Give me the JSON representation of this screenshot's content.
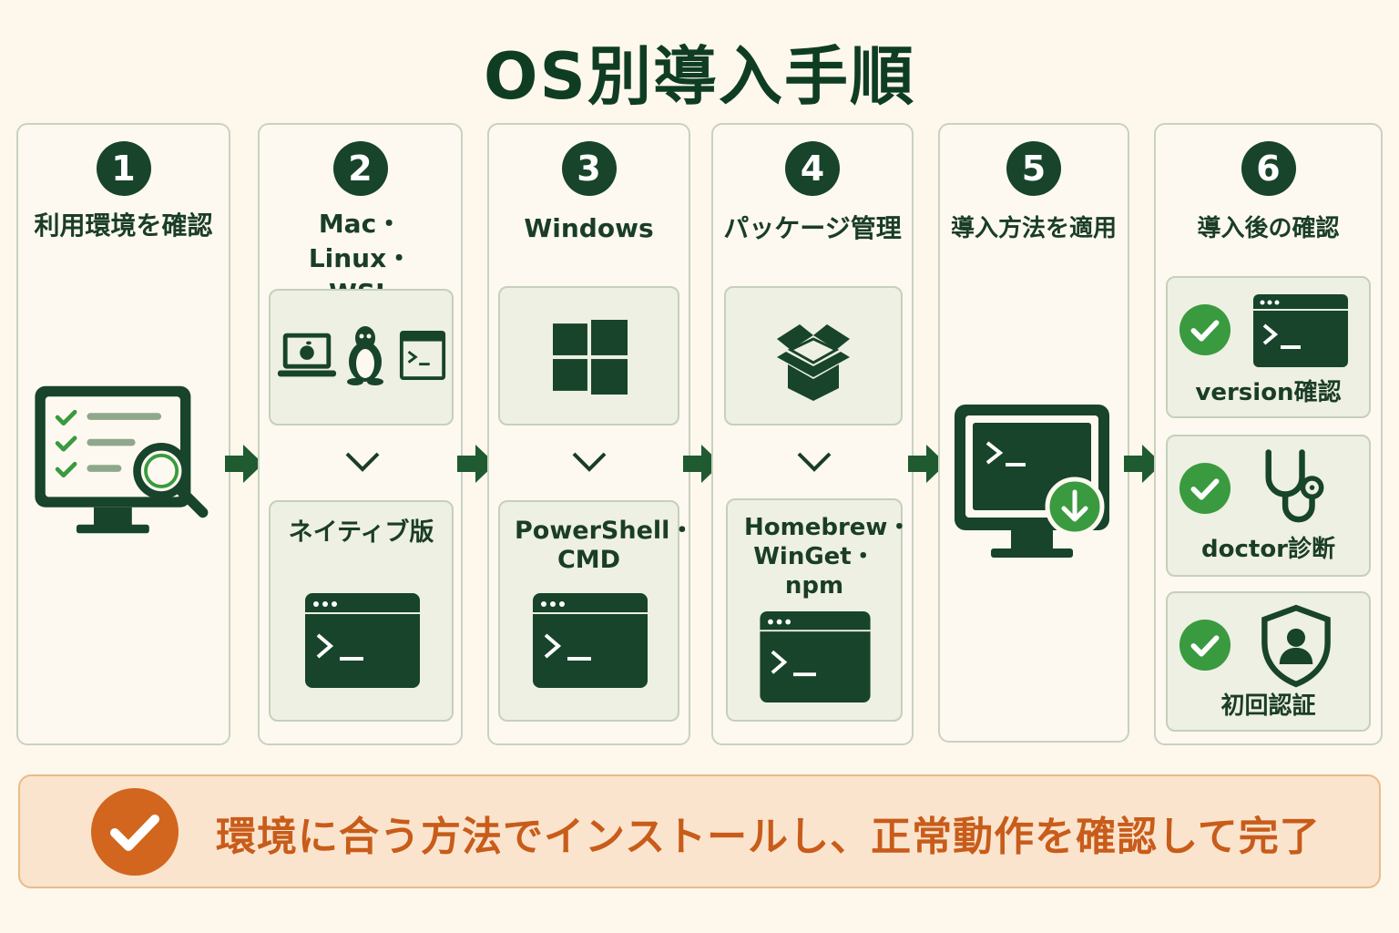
{
  "title": "OS別導入手順",
  "colors": {
    "primary_dark_green": "#17442a",
    "check_green": "#3a9a3f",
    "card_bg": "#edf0e2",
    "accent_orange": "#d2661f",
    "banner_bg": "#fbe4cd"
  },
  "steps": [
    {
      "number": "1",
      "title": "利用環境を確認",
      "icon": "monitor-checklist-search-icon"
    },
    {
      "number": "2",
      "title": "Mac・Linux・WSL",
      "icons": [
        "apple-laptop-icon",
        "linux-penguin-icon",
        "terminal-window-icon"
      ],
      "result_label": "ネイティブ版"
    },
    {
      "number": "3",
      "title": "Windows",
      "icon": "windows-logo-icon",
      "result_label": "PowerShell・CMD"
    },
    {
      "number": "4",
      "title": "パッケージ管理",
      "icon": "open-package-icon",
      "result_label": "Homebrew・WinGet・npm"
    },
    {
      "number": "5",
      "title": "導入方法を適用",
      "icon": "monitor-install-download-icon"
    },
    {
      "number": "6",
      "title": "導入後の確認",
      "checks": [
        {
          "label": "version確認",
          "icon": "terminal-window-icon"
        },
        {
          "label": "doctor診断",
          "icon": "stethoscope-icon"
        },
        {
          "label": "初回認証",
          "icon": "user-shield-icon"
        }
      ]
    }
  ],
  "banner": {
    "text": "環境に合う方法でインストールし、正常動作を確認して完了",
    "icon": "check-circle-icon"
  }
}
